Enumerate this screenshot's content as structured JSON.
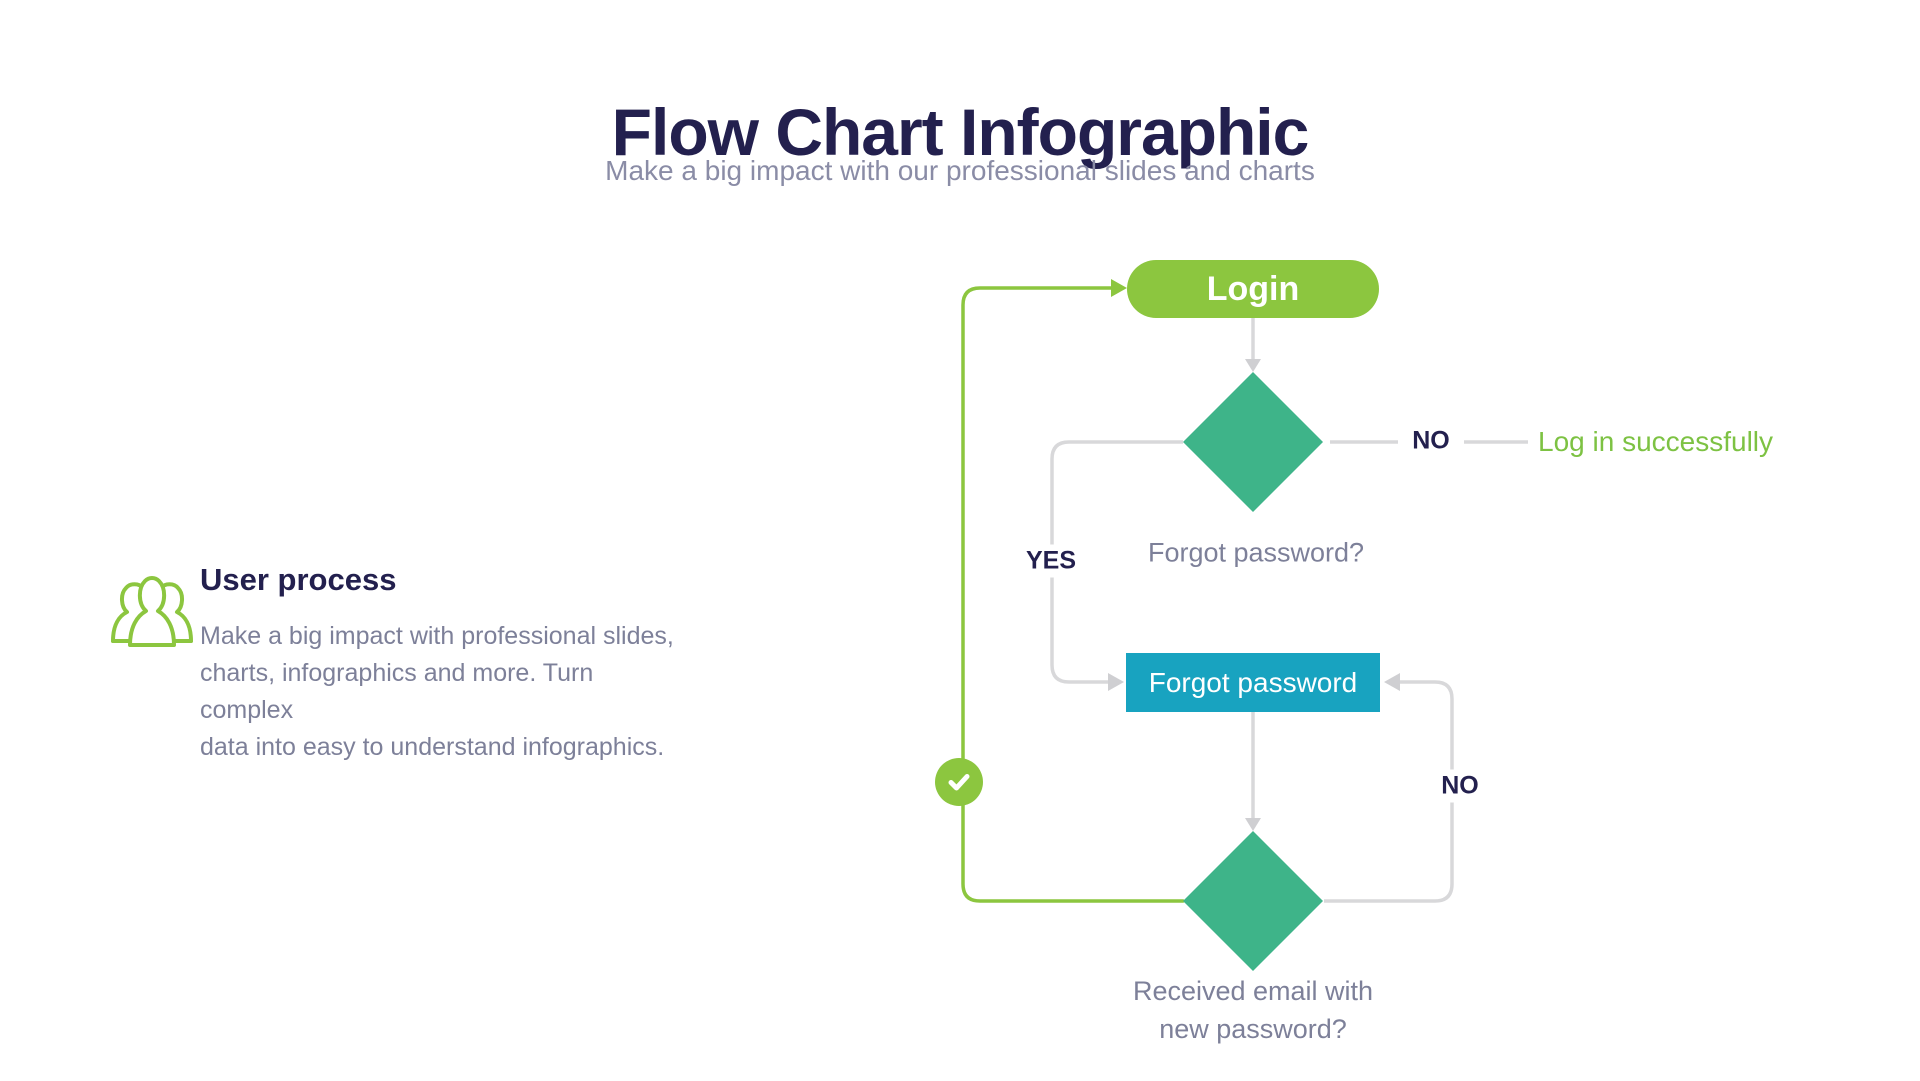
{
  "page": {
    "title": "Flow Chart Infographic",
    "subtitle": "Make a big impact with our professional slides and charts"
  },
  "feature": {
    "icon": "users-group-icon",
    "heading": "User process",
    "description": "Make a big impact with professional slides,\ncharts, infographics and more. Turn complex\ndata into easy to understand infographics."
  },
  "flowchart": {
    "login_label": "Login",
    "decision1_question": "Forgot password?",
    "decision1_no_label": "NO",
    "decision1_no_result": "Log in successfully",
    "decision1_yes_label": "YES",
    "forgot_password_label": "Forgot password",
    "decision2_line1": "Received email with",
    "decision2_line2": "new password?",
    "decision2_no_label": "NO",
    "check_icon": "checkmark-icon"
  },
  "colors": {
    "green": "#8CC63F",
    "success_text": "#7DC243",
    "teal": "#3EB489",
    "blue": "#18A3C0",
    "navy": "#23204E",
    "subtitle": "#8A8CA6",
    "text_muted": "#7D8099",
    "line": "#D8D8DA"
  }
}
